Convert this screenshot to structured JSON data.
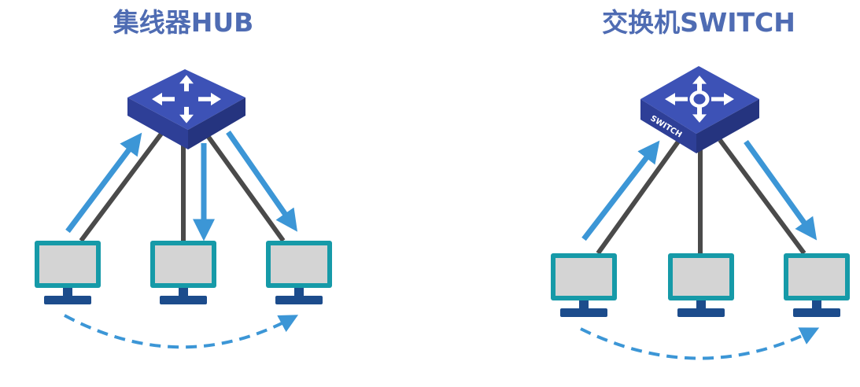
{
  "hub": {
    "title": "集线器HUB"
  },
  "switch": {
    "title": "交换机SWITCH",
    "device_label": "SWITCH"
  },
  "colors": {
    "title": "#4f6cb3",
    "device_top": "#3d52b6",
    "device_side": "#2e3f97",
    "device_front": "#25347f",
    "cable": "#4a4a4a",
    "arrow": "#3c96d6",
    "monitor_frame": "#169aa8",
    "monitor_screen": "#d4d4d4",
    "monitor_base": "#1c4c8c"
  },
  "icons": {
    "hub": "four-way-arrows-icon",
    "switch": "four-way-arrows-icon",
    "computer": "monitor-icon"
  }
}
